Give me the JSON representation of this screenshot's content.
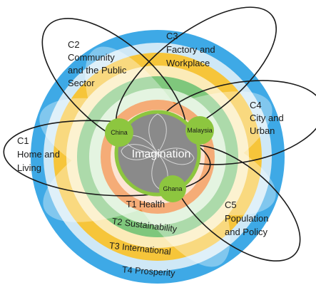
{
  "themes": [
    {
      "label": "T1 Health",
      "color": "#f07f2e"
    },
    {
      "label": "T2 Sustainability",
      "color": "#7fc77c"
    },
    {
      "label": "T3 International",
      "color": "#f6c53a"
    },
    {
      "label": "T4 Prosperity",
      "color": "#3ea9e6"
    }
  ],
  "contexts": [
    {
      "lines": [
        "C1",
        "Home and",
        "Living"
      ]
    },
    {
      "lines": [
        "C2",
        "Community",
        "and the Public",
        "Sector"
      ]
    },
    {
      "lines": [
        "C3",
        "Factory and",
        "Workplace"
      ]
    },
    {
      "lines": [
        "C4",
        "City and",
        "Urban"
      ]
    },
    {
      "lines": [
        "C5",
        "Population",
        "and Policy"
      ]
    }
  ],
  "center": {
    "label": "Imagination",
    "color": "#8a8a8a"
  },
  "nodes": [
    {
      "label": "China"
    },
    {
      "label": "Malaysia"
    },
    {
      "label": "Ghana"
    }
  ],
  "colors": {
    "node": "#8dc63f",
    "outline": "#1a1a1a"
  }
}
